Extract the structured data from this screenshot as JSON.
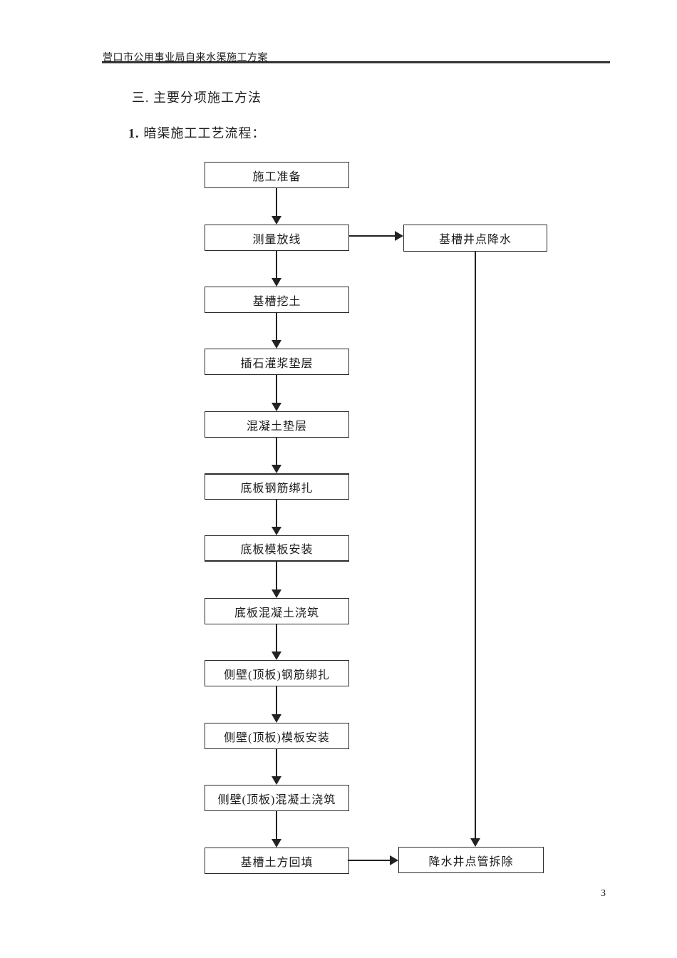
{
  "page": {
    "header_title": "营口市公用事业局自来水渠施工方案",
    "section_title": "三. 主要分项施工方法",
    "subsection_number": "1.",
    "subsection_text": "暗渠施工工艺流程：",
    "page_number": "3"
  },
  "flowchart": {
    "type": "flow",
    "main_steps": [
      "施工准备",
      "测量放线",
      "基槽挖土",
      "插石灌浆垫层",
      "混凝土垫层",
      "底板钢筋绑扎",
      "底板模板安装",
      "底板混凝土浇筑",
      "侧壁(顶板)钢筋绑扎",
      "侧壁(顶板)模板安装",
      "侧壁(顶板)混凝土浇筑",
      "基槽土方回填"
    ],
    "side_steps": [
      "基槽井点降水",
      "降水井点管拆除"
    ],
    "edges": [
      {
        "from": "施工准备",
        "to": "测量放线"
      },
      {
        "from": "测量放线",
        "to": "基槽挖土"
      },
      {
        "from": "测量放线",
        "to": "基槽井点降水"
      },
      {
        "from": "基槽挖土",
        "to": "插石灌浆垫层"
      },
      {
        "from": "插石灌浆垫层",
        "to": "混凝土垫层"
      },
      {
        "from": "混凝土垫层",
        "to": "底板钢筋绑扎"
      },
      {
        "from": "底板钢筋绑扎",
        "to": "底板模板安装"
      },
      {
        "from": "底板模板安装",
        "to": "底板混凝土浇筑"
      },
      {
        "from": "底板混凝土浇筑",
        "to": "侧壁(顶板)钢筋绑扎"
      },
      {
        "from": "侧壁(顶板)钢筋绑扎",
        "to": "侧壁(顶板)模板安装"
      },
      {
        "from": "侧壁(顶板)模板安装",
        "to": "侧壁(顶板)混凝土浇筑"
      },
      {
        "from": "侧壁(顶板)混凝土浇筑",
        "to": "基槽土方回填"
      },
      {
        "from": "基槽井点降水",
        "to": "降水井点管拆除"
      },
      {
        "from": "基槽土方回填",
        "to": "降水井点管拆除"
      }
    ],
    "colors": {
      "ink": "#1a1a1a",
      "line": "#222222",
      "paper": "#ffffff"
    }
  }
}
